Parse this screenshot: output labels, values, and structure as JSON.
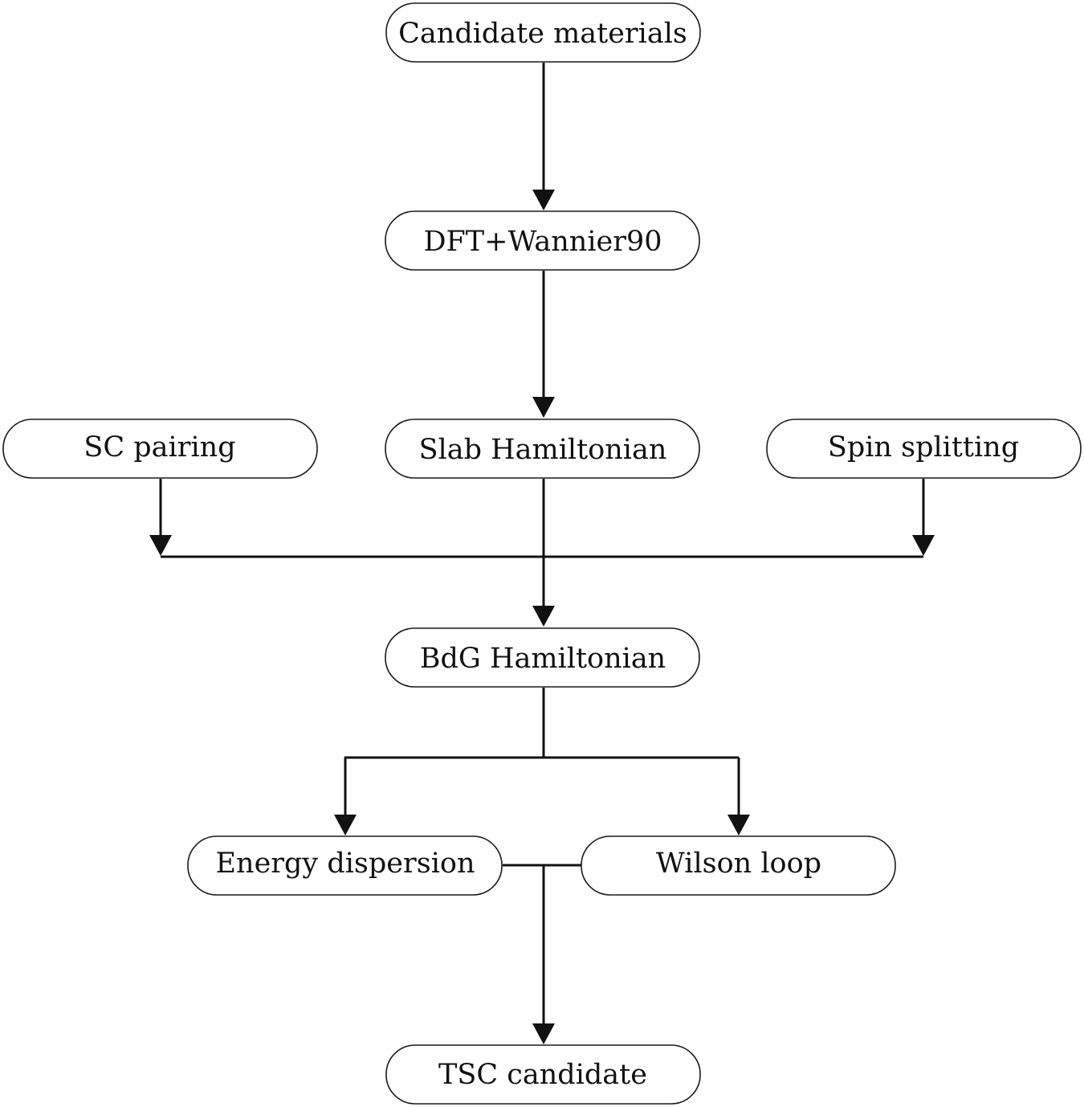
{
  "nodes": {
    "candidate_materials": "Candidate materials",
    "dft_wannier": "DFT+Wannier90",
    "sc_pairing": "SC pairing",
    "slab_hamiltonian": "Slab Hamiltonian",
    "spin_splitting": "Spin splitting",
    "bdg_hamiltonian": "BdG Hamiltonian",
    "energy_dispersion": "Energy dispersion",
    "wilson_loop": "Wilson loop",
    "tsc_candidate": "TSC candidate"
  },
  "edges": [
    {
      "from": "Candidate materials",
      "to": "DFT+Wannier90"
    },
    {
      "from": "DFT+Wannier90",
      "to": "Slab Hamiltonian"
    },
    {
      "from": "SC pairing",
      "to": "BdG Hamiltonian"
    },
    {
      "from": "Slab Hamiltonian",
      "to": "BdG Hamiltonian"
    },
    {
      "from": "Spin splitting",
      "to": "BdG Hamiltonian"
    },
    {
      "from": "BdG Hamiltonian",
      "to": "Energy dispersion"
    },
    {
      "from": "BdG Hamiltonian",
      "to": "Wilson loop"
    },
    {
      "from": "Energy dispersion",
      "to": "TSC candidate"
    },
    {
      "from": "Wilson loop",
      "to": "TSC candidate"
    }
  ],
  "colors": {
    "stroke": "#111111",
    "box_fill": "#ffffff",
    "text": "#111111"
  }
}
